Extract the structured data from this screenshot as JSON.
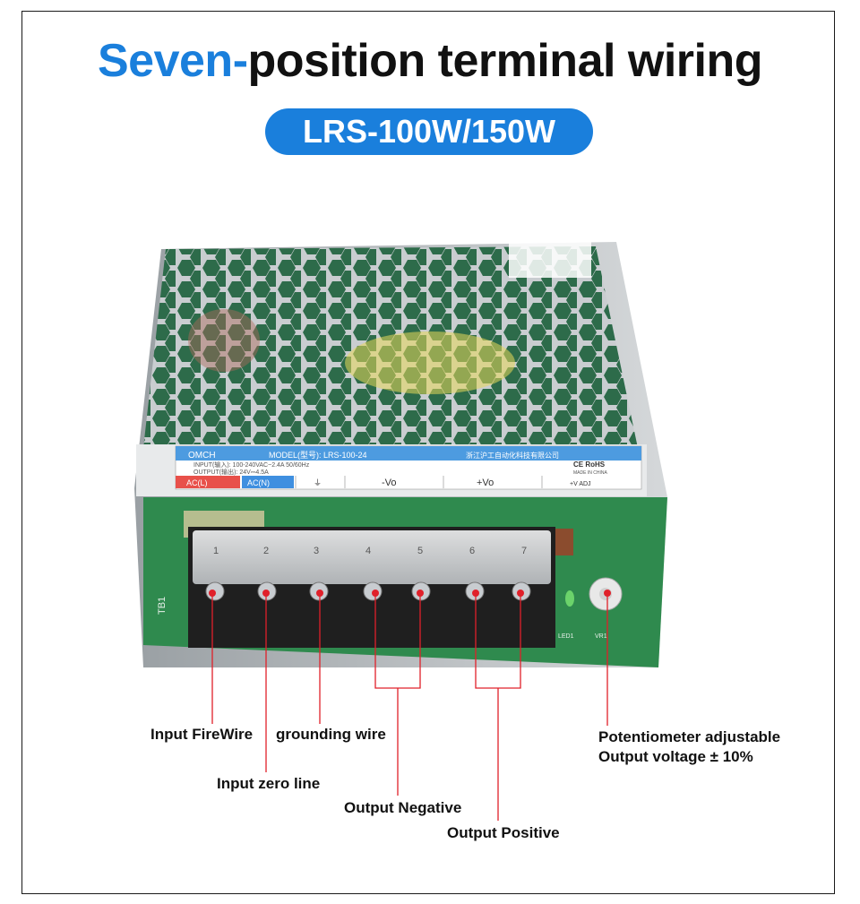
{
  "header": {
    "title_accent": "Seven-",
    "title_rest": "position terminal wiring",
    "model_badge": "LRS-100W/150W"
  },
  "device_label": {
    "brand": "OMCH",
    "model": "MODEL(型号): LRS-100-24",
    "company": "浙江沪工自动化科技有限公司",
    "input": "INPUT(输入): 100-240VAC~2.4A 50/60Hz",
    "output": "OUTPUT(输出): 24V⎓4.5A",
    "cert": "CE RoHS",
    "made_in": "MADE IN CHINA",
    "terminals": [
      "AC(L)",
      "AC(N)",
      "⏚",
      "-Vo",
      "+Vo",
      "+V ADJ"
    ],
    "terminal_numbers": [
      "1",
      "2",
      "3",
      "4",
      "5",
      "6",
      "7"
    ],
    "pcb_marks": {
      "tb": "TB1",
      "led": "LED1",
      "vr": "VR1"
    }
  },
  "callouts": {
    "fire_wire": "Input FireWire",
    "zero_line": "Input zero line",
    "ground": "grounding wire",
    "negative": "Output Negative",
    "positive": "Output Positive",
    "pot_line1": "Potentiometer adjustable",
    "pot_line2": "Output voltage ± 10%"
  },
  "colors": {
    "accent": "#1a7fdc",
    "callout_line": "#e0202a",
    "label_red": "#e8504a",
    "label_blue": "#3f8fe0"
  }
}
